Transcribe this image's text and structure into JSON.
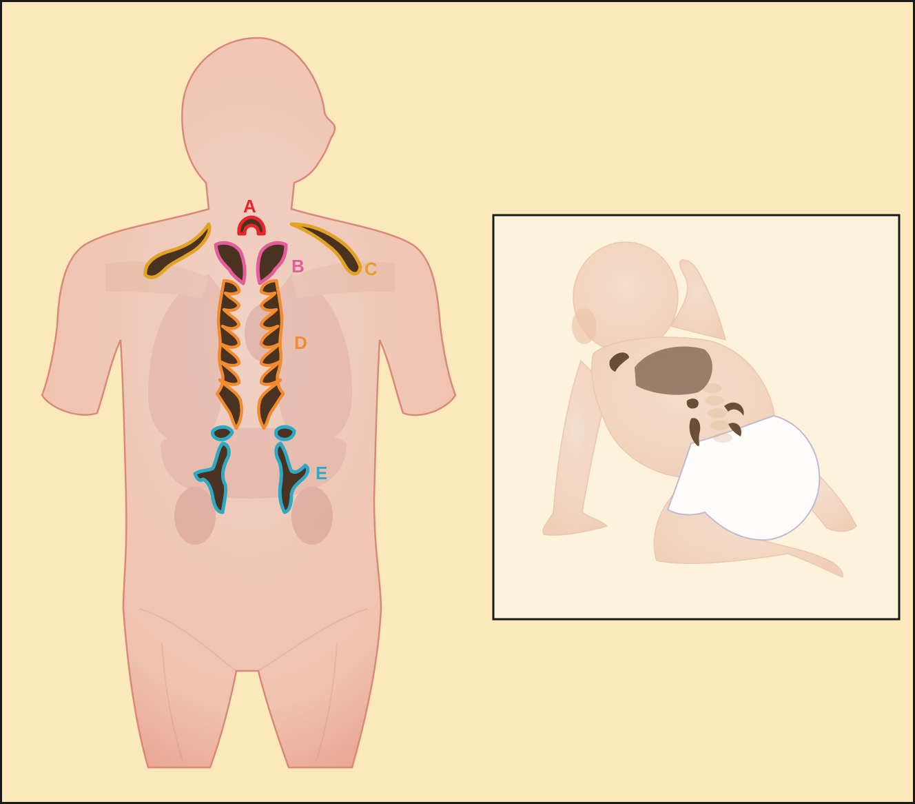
{
  "labels": [
    {
      "id": "A",
      "text": "A",
      "color": "#e8232b"
    },
    {
      "id": "B",
      "text": "B",
      "color": "#e35d9b"
    },
    {
      "id": "C",
      "text": "C",
      "color": "#e2a226"
    },
    {
      "id": "D",
      "text": "D",
      "color": "#f28a2e"
    },
    {
      "id": "E",
      "text": "E",
      "color": "#2ea9c3"
    }
  ],
  "colors": {
    "background": "#fbe9bb",
    "skin": "#f2c7b4",
    "skin_outline": "#d9887a",
    "fat_brown": "#4a3220",
    "inset_background": "#fdf3dc"
  }
}
